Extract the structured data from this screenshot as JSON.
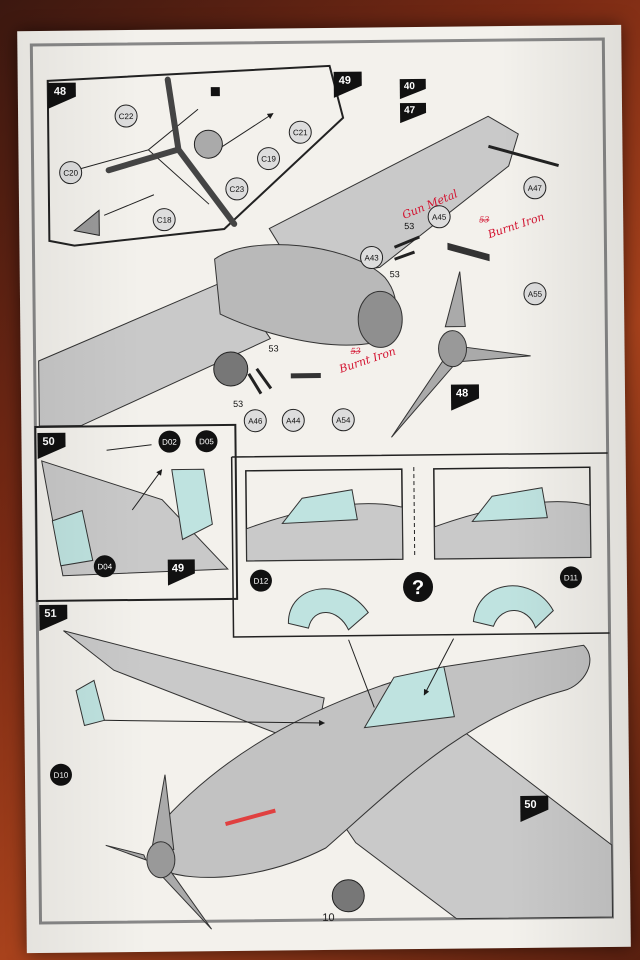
{
  "page": {
    "number": "10"
  },
  "steps": {
    "s48": "48",
    "s49": "49",
    "s40": "40",
    "s47": "47",
    "s48b": "48",
    "s50": "50",
    "s49b": "49",
    "s51": "51",
    "s50b": "50"
  },
  "parts": {
    "C22": "C22",
    "C21": "C21",
    "C19": "C19",
    "C23": "C23",
    "C20": "C20",
    "C18": "C18",
    "A47": "A47",
    "A45": "A45",
    "A43": "A43",
    "A55": "A55",
    "A46": "A46",
    "A44": "A44",
    "A54": "A54",
    "D02": "D02",
    "D05": "D05",
    "D04": "D04",
    "D12": "D12",
    "D11": "D11",
    "D10": "D10"
  },
  "paint_codes": {
    "c53a": "53",
    "c53b": "53",
    "c53c": "53",
    "c53d": "53"
  },
  "handwritten": {
    "gun_metal": "Gun Metal",
    "burnt_iron_1": "Burnt Iron",
    "burnt_iron_2": "Burnt Iron",
    "struck_1": "53",
    "struck_2": "53"
  },
  "option_mark": "?",
  "colors": {
    "sheet": "#f3f1ec",
    "ink": "#1a1a1a",
    "airframe": "#c9c9c9",
    "canopy": "#bfe3e0",
    "handwriting": "#d3122f",
    "exhaust_highlight": "#e04040"
  }
}
